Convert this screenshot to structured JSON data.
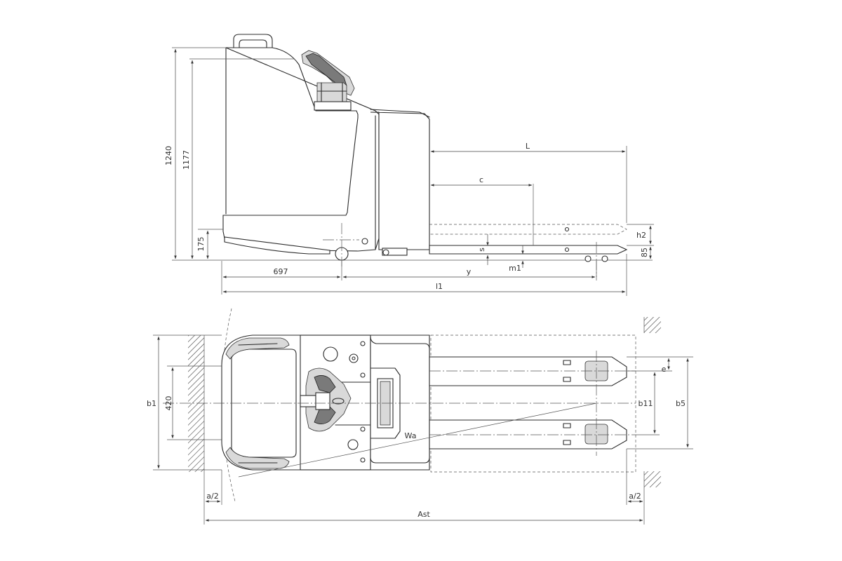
{
  "side_view": {
    "dims": {
      "height_total": "1240",
      "height_tiller": "1177",
      "height_platform": "175",
      "length_L": "L",
      "load_center_c": "c",
      "fork_height_h2": "h2",
      "fork_thickness_s": "s",
      "fork_height_85": "85",
      "ground_clearance_m1": "m1",
      "front_length_697": "697",
      "wheelbase_y": "y",
      "overall_length_l1": "l1"
    }
  },
  "top_view": {
    "dims": {
      "width_b1": "b1",
      "width_420": "420",
      "fork_spacing_e": "e",
      "fork_width_b11": "b11",
      "fork_outer_b5": "b5",
      "turning_radius_wa": "Wa",
      "half_aisle_left": "a/2",
      "half_aisle_right": "a/2",
      "aisle_ast": "Ast"
    }
  }
}
